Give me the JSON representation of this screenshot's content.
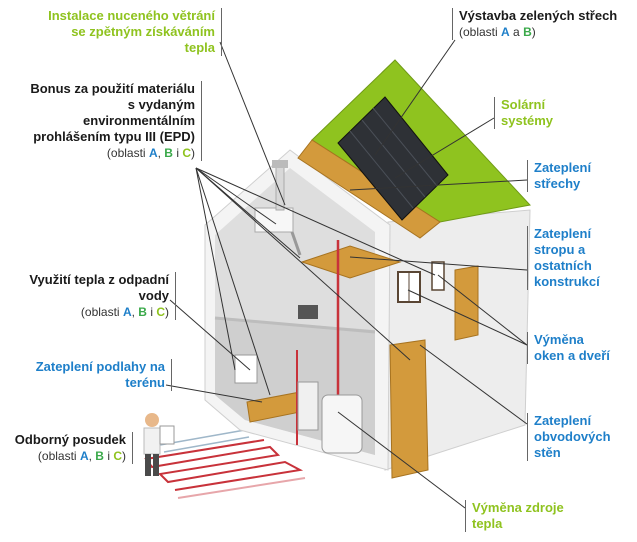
{
  "labels": {
    "ventilation": "Instalace nuceného větrání se zpětným získáváním tepla",
    "bonus_epd": "Bonus za použití materiálu s vydaným environmentálním prohlášením typu III (EPD)",
    "waste_water_heat": "Využití tepla z odpadní vody",
    "floor_insulation": "Zateplení podlahy na terénu",
    "expert_opinion": "Odborný posudek",
    "green_roofs": "Výstavba zelených střech",
    "solar": "Solární systémy",
    "roof_insulation": "Zateplení střechy",
    "ceiling_insulation": "Zateplení stropu a ostatních konstrukcí",
    "windows_doors": "Výměna oken a dveří",
    "wall_insulation": "Zateplení obvodových stěn",
    "heat_source": "Výměna zdroje tepla"
  },
  "areas": {
    "prefix": "(oblasti",
    "a": "A",
    "b": "B",
    "c": "C",
    "conj_a": "a",
    "conj_i": "i",
    "comma": ",",
    "suffix": ")"
  },
  "colors": {
    "green_label": "#8fc31f",
    "blue_label": "#1e7fc9",
    "roof_green": "#8fc31f",
    "insulation": "#d39a3c",
    "solar_panel": "#2e3136",
    "wall": "#e9e9e9",
    "pipe_red": "#c8323a"
  }
}
